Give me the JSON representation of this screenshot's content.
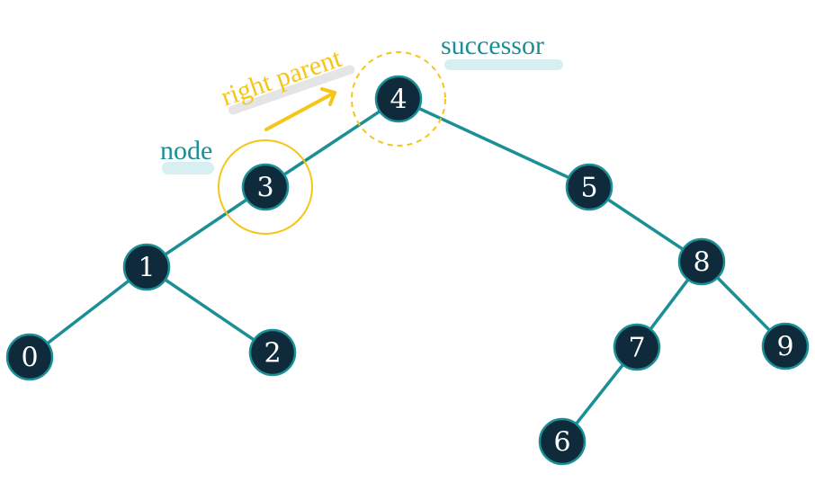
{
  "tree": {
    "nodes": [
      {
        "id": "4",
        "label": "4"
      },
      {
        "id": "3",
        "label": "3"
      },
      {
        "id": "5",
        "label": "5"
      },
      {
        "id": "1",
        "label": "1"
      },
      {
        "id": "8",
        "label": "8"
      },
      {
        "id": "0",
        "label": "0"
      },
      {
        "id": "2",
        "label": "2"
      },
      {
        "id": "7",
        "label": "7"
      },
      {
        "id": "9",
        "label": "9"
      },
      {
        "id": "6",
        "label": "6"
      }
    ],
    "edges": [
      [
        "4",
        "3"
      ],
      [
        "4",
        "5"
      ],
      [
        "3",
        "1"
      ],
      [
        "1",
        "0"
      ],
      [
        "1",
        "2"
      ],
      [
        "5",
        "8"
      ],
      [
        "8",
        "7"
      ],
      [
        "8",
        "9"
      ],
      [
        "7",
        "6"
      ]
    ]
  },
  "annotations": {
    "node_label": "node",
    "successor_label": "successor",
    "right_parent_label": "right parent",
    "highlighted_node": "3",
    "successor_node": "4"
  },
  "colors": {
    "node_fill": "#0f2a3a",
    "edge": "#1a8f96",
    "highlight": "#f5c518",
    "annotation_teal": "#1a8f96"
  }
}
